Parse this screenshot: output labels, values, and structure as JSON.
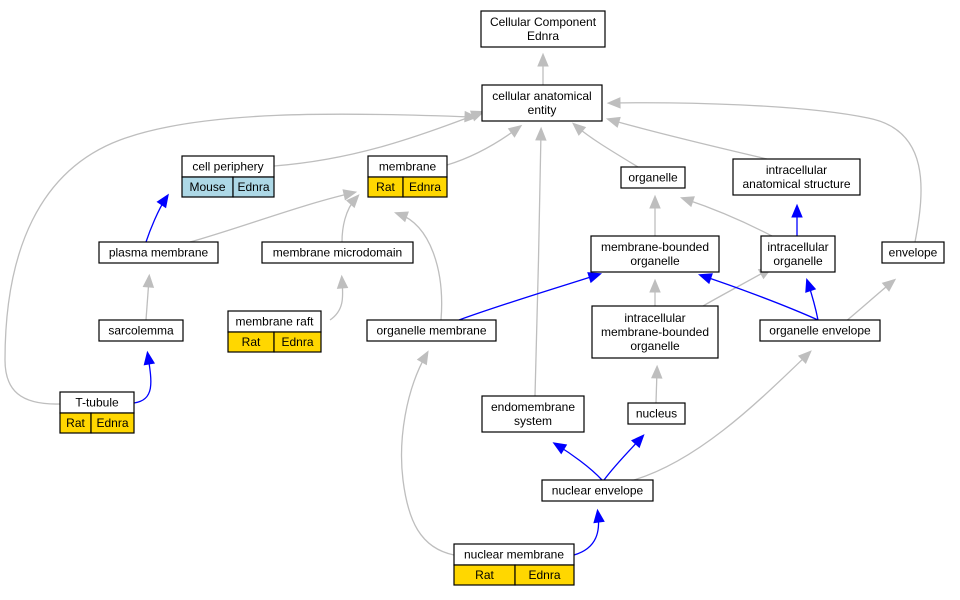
{
  "colors": {
    "rat_fill": "#ffd700",
    "mouse_fill": "#add8e6",
    "is_a_edge": "#bebebe",
    "part_of_edge": "#0000ff",
    "node_border": "#000000"
  },
  "nodes": {
    "cellular_component": {
      "lines": [
        "Cellular Component",
        "Ednra"
      ]
    },
    "cellular_anatomical_entity": {
      "lines": [
        "cellular anatomical",
        "entity"
      ]
    },
    "cell_periphery": {
      "lines": [
        "cell periphery"
      ],
      "cells": [
        "Mouse",
        "Ednra"
      ],
      "species": "mouse"
    },
    "membrane": {
      "lines": [
        "membrane"
      ],
      "cells": [
        "Rat",
        "Ednra"
      ],
      "species": "rat"
    },
    "organelle": {
      "lines": [
        "organelle"
      ]
    },
    "intracellular_anatomical_structure": {
      "lines": [
        "intracellular",
        "anatomical structure"
      ]
    },
    "plasma_membrane": {
      "lines": [
        "plasma membrane"
      ]
    },
    "membrane_microdomain": {
      "lines": [
        "membrane microdomain"
      ]
    },
    "membrane_bounded_organelle": {
      "lines": [
        "membrane-bounded",
        "organelle"
      ]
    },
    "intracellular_organelle": {
      "lines": [
        "intracellular",
        "organelle"
      ]
    },
    "envelope": {
      "lines": [
        "envelope"
      ]
    },
    "sarcolemma": {
      "lines": [
        "sarcolemma"
      ]
    },
    "membrane_raft": {
      "lines": [
        "membrane raft"
      ],
      "cells": [
        "Rat",
        "Ednra"
      ],
      "species": "rat"
    },
    "organelle_membrane": {
      "lines": [
        "organelle membrane"
      ]
    },
    "intracellular_membrane_bounded_organelle": {
      "lines": [
        "intracellular",
        "membrane-bounded",
        "organelle"
      ]
    },
    "organelle_envelope": {
      "lines": [
        "organelle envelope"
      ]
    },
    "t_tubule": {
      "lines": [
        "T-tubule"
      ],
      "cells": [
        "Rat",
        "Ednra"
      ],
      "species": "rat"
    },
    "endomembrane_system": {
      "lines": [
        "endomembrane",
        "system"
      ]
    },
    "nucleus": {
      "lines": [
        "nucleus"
      ]
    },
    "nuclear_envelope": {
      "lines": [
        "nuclear envelope"
      ]
    },
    "nuclear_membrane": {
      "lines": [
        "nuclear membrane"
      ],
      "cells": [
        "Rat",
        "Ednra"
      ],
      "species": "rat"
    }
  },
  "edges": [
    {
      "from": "cellular_anatomical_entity",
      "to": "cellular_component",
      "type": "is_a"
    },
    {
      "from": "cell_periphery",
      "to": "cellular_anatomical_entity",
      "type": "is_a"
    },
    {
      "from": "membrane",
      "to": "cellular_anatomical_entity",
      "type": "is_a"
    },
    {
      "from": "organelle",
      "to": "cellular_anatomical_entity",
      "type": "is_a"
    },
    {
      "from": "intracellular_anatomical_structure",
      "to": "cellular_anatomical_entity",
      "type": "is_a"
    },
    {
      "from": "envelope",
      "to": "cellular_anatomical_entity",
      "type": "is_a"
    },
    {
      "from": "t_tubule",
      "to": "cellular_anatomical_entity",
      "type": "is_a"
    },
    {
      "from": "endomembrane_system",
      "to": "cellular_anatomical_entity",
      "type": "is_a"
    },
    {
      "from": "plasma_membrane",
      "to": "cell_periphery",
      "type": "part_of"
    },
    {
      "from": "plasma_membrane",
      "to": "membrane",
      "type": "is_a"
    },
    {
      "from": "membrane_microdomain",
      "to": "membrane",
      "type": "is_a"
    },
    {
      "from": "organelle_membrane",
      "to": "membrane",
      "type": "is_a"
    },
    {
      "from": "membrane_raft",
      "to": "membrane_microdomain",
      "type": "is_a"
    },
    {
      "from": "sarcolemma",
      "to": "plasma_membrane",
      "type": "is_a"
    },
    {
      "from": "t_tubule",
      "to": "sarcolemma",
      "type": "part_of"
    },
    {
      "from": "membrane_bounded_organelle",
      "to": "organelle",
      "type": "is_a"
    },
    {
      "from": "intracellular_organelle",
      "to": "organelle",
      "type": "is_a"
    },
    {
      "from": "intracellular_organelle",
      "to": "intracellular_anatomical_structure",
      "type": "part_of"
    },
    {
      "from": "organelle_membrane",
      "to": "membrane_bounded_organelle",
      "type": "part_of"
    },
    {
      "from": "intracellular_membrane_bounded_organelle",
      "to": "membrane_bounded_organelle",
      "type": "is_a"
    },
    {
      "from": "intracellular_membrane_bounded_organelle",
      "to": "intracellular_organelle",
      "type": "is_a"
    },
    {
      "from": "organelle_envelope",
      "to": "membrane_bounded_organelle",
      "type": "part_of"
    },
    {
      "from": "organelle_envelope",
      "to": "intracellular_organelle",
      "type": "part_of"
    },
    {
      "from": "organelle_envelope",
      "to": "envelope",
      "type": "is_a"
    },
    {
      "from": "nucleus",
      "to": "intracellular_membrane_bounded_organelle",
      "type": "is_a"
    },
    {
      "from": "nuclear_envelope",
      "to": "endomembrane_system",
      "type": "part_of"
    },
    {
      "from": "nuclear_envelope",
      "to": "nucleus",
      "type": "part_of"
    },
    {
      "from": "nuclear_envelope",
      "to": "organelle_envelope",
      "type": "is_a"
    },
    {
      "from": "nuclear_membrane",
      "to": "organelle_membrane",
      "type": "is_a"
    },
    {
      "from": "nuclear_membrane",
      "to": "nuclear_envelope",
      "type": "part_of"
    }
  ]
}
